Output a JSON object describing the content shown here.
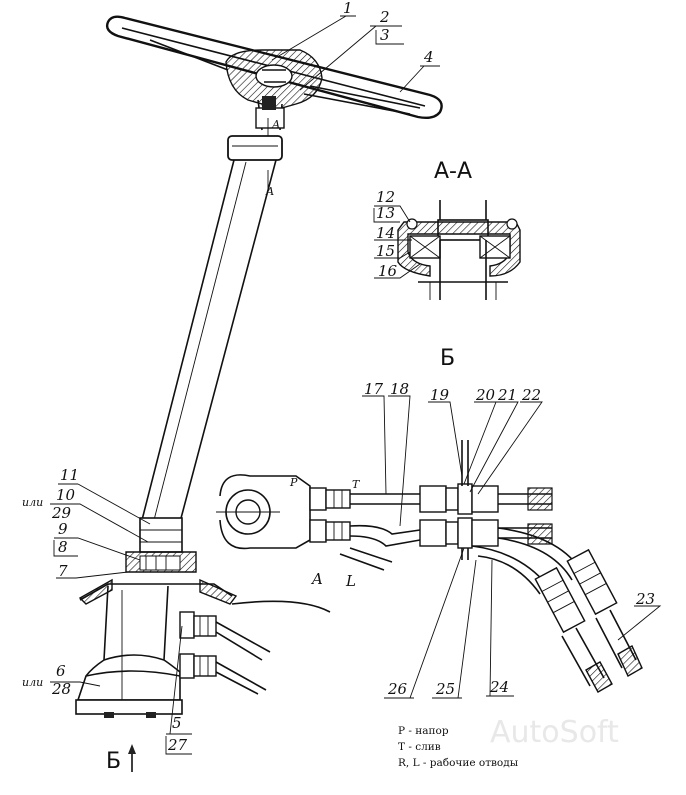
{
  "section_aa": "А-А",
  "section_b": "Б",
  "view_b": "Б",
  "or_text": "или",
  "cut_mark": "А",
  "legend": [
    "P - напор",
    "T - слив",
    "R, L - рабочие отводы"
  ],
  "port_labels": {
    "p": "P",
    "t": "T",
    "a": "A",
    "l": "L"
  },
  "watermark": "AutoSoft",
  "callouts": {
    "n1": "1",
    "n2": "2",
    "n3": "3",
    "n4": "4",
    "n5": "5",
    "n6": "6",
    "n7": "7",
    "n8": "8",
    "n9": "9",
    "n10": "10",
    "n11": "11",
    "n12": "12",
    "n13": "13",
    "n14": "14",
    "n15": "15",
    "n16": "16",
    "n17": "17",
    "n18": "18",
    "n19": "19",
    "n20": "20",
    "n21": "21",
    "n22": "22",
    "n23": "23",
    "n24": "24",
    "n25": "25",
    "n26": "26",
    "n27": "27",
    "n28": "28",
    "n29": "29"
  }
}
